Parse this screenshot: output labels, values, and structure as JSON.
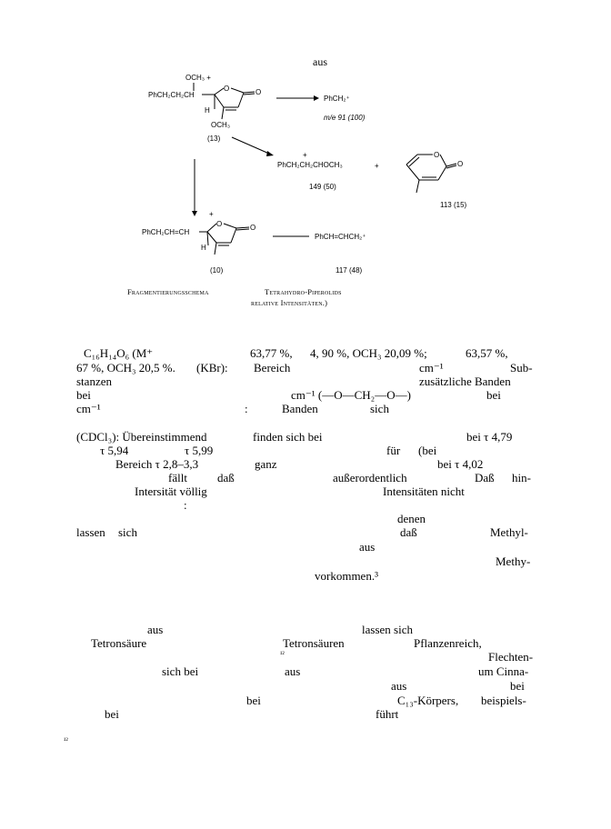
{
  "header": {
    "aus": "aus"
  },
  "scheme": {
    "top_line1": "OCH₃   +",
    "top_line2": "PhCH₂CH₂CH",
    "top_o_plus": "O",
    "top_carbonyl": "O",
    "top_h": "H",
    "top_och3": "OCH₃",
    "top_label": "(13)",
    "prod1_formula": "PhCH₂⁺",
    "prod1_label": "m/e 91 (100)",
    "prod2_plus": "+",
    "prod2_formula": "PhCH₂CH₂CHOCH₃",
    "prod2_sum": "+",
    "prod2_label": "149 (50)",
    "prod3_o": "O",
    "prod3_label": "113 (15)",
    "mid_plus": "+",
    "mid_formula": "PhCH₂CH=CH",
    "mid_o": "O",
    "mid_h": "H",
    "mid_label": "(10)",
    "prod4_formula": "PhCH=CHCH₂⁺",
    "prod4_label": "117 (48)"
  },
  "caption": {
    "left": "Fragmentierungsschema",
    "right_line1": "Tetrahydro-Piperolids",
    "right_line2": "relative Intensitäten.)"
  },
  "body": {
    "p1a": "C₁₆H₁₄O₆ (M⁺",
    "p1b": "63,77 %,",
    "p1c": "4, 90 %, OCH₃ 20,09 %;",
    "p1d": "63,57 %,",
    "p2a": "67 %, OCH₃ 20,5 %.",
    "p2b": "(KBr):",
    "p2c": "Bereich",
    "p2d": "cm⁻¹",
    "p2e": "Sub-",
    "p3a": "stanzen",
    "p3b": "zusätzliche Banden",
    "p4a": "bei",
    "p4b": "cm⁻¹ (—O—CH₂—O—)",
    "p4c": "bei",
    "p5a": "cm⁻¹",
    "p5b": ":",
    "p5c": "Banden",
    "p5d": "sich",
    "p6a": "(CDCl₃): Übereinstimmend",
    "p6b": "finden sich bei",
    "p6c": "bei τ 4,79",
    "p7a": "τ 5,94",
    "p7b": "τ 5,99",
    "p7c": "für",
    "p7d": "(bei",
    "p8a": "Bereich τ 2,8–3,3",
    "p8b": "ganz",
    "p8c": "bei τ 4,02",
    "p9a": "fällt",
    "p9b": "daß",
    "p9c": "außerordentlich",
    "p9d": "Daß",
    "p9e": "hin-",
    "p10a": "Intersität völlig",
    "p10b": "Intensitäten nicht",
    "p11a": ":",
    "p12a": "denen",
    "p13a": "lassen",
    "p13b": "sich",
    "p13c": "daß",
    "p13d": "Methyl-",
    "p14a": "aus",
    "p15a": "Methy-",
    "p16a": "vorkommen.³",
    "p17a": "aus",
    "p17b": "lassen sich",
    "p18a": "Tetronsäure",
    "p18b": "Tetronsäuren",
    "p18c": "Pflanzenreich,",
    "p19a": "¹²",
    "p19b": "Flechten-",
    "p20a": "sich bei",
    "p20b": "aus",
    "p20c": "um Cinna-",
    "p21a": "aus",
    "p21b": "bei",
    "p22a": "bei",
    "p22b": "C₁₃-Körpers,",
    "p22c": "beispiels-",
    "p23a": "bei",
    "p23b": "führt",
    "footnote": "¹²"
  }
}
